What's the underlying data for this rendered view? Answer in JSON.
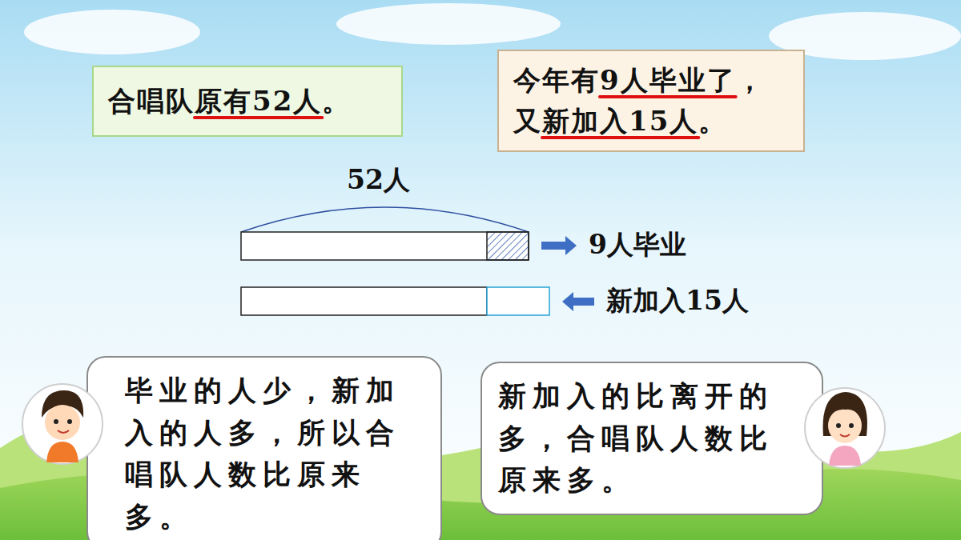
{
  "diagram": {
    "nodes": [
      {
        "text": [
          "合唱队原有52人。"
        ]
      },
      {
        "text": [
          "今年有9人毕业了， 又新加入15人。"
        ]
      },
      {
        "text": [
          "毕业的人少，新加入的人多，所以合唱队人数比原来多。"
        ]
      },
      {
        "text": [
          "新加入的比离开的多，合唱队人数比原来多。"
        ]
      }
    ],
    "edges": [],
    "labels": [
      "52人",
      "9人毕业",
      "新加入15人"
    ]
  }
}
